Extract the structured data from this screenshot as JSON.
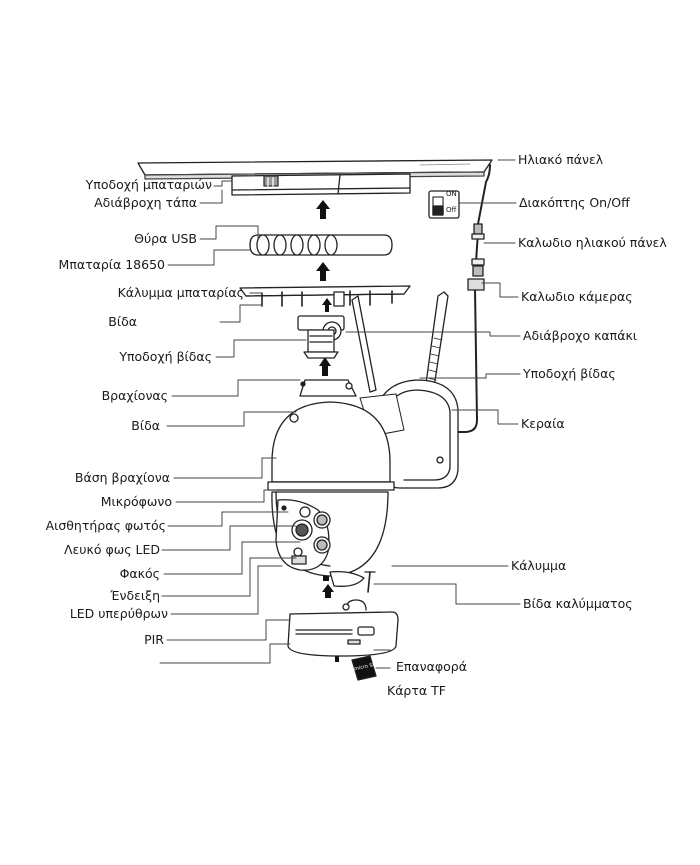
{
  "labels_left": [
    "Υποδοχή μπαταριών",
    "Αδιάβροχη τάπα",
    "Θύρα USB",
    "Μπαταρία 18650",
    "Κάλυμμα μπαταρίας",
    "Βίδα",
    "Υποδοχή βίδας",
    "Βραχίονας",
    "Βίδα",
    "Βάση βραχίονα",
    "Μικρόφωνο",
    "Αισθητήρας φωτός",
    "Λευκό φως LED",
    "Φακός",
    "Ένδειξη",
    "LED υπερύθρων",
    "PIR"
  ],
  "labels_right": [
    "Ηλιακό πάνελ",
    "Διακόπτης On/Off",
    "Καλωδιο ηλιακού πάνελ",
    "Καλωδιο κάμερας",
    "Αδιάβροχο καπάκι",
    "Υποδοχή βίδας",
    "Κεραία",
    "Κάλυμμα",
    "Βίδα καλύμματος"
  ],
  "labels_bottom": [
    "Επαναφορά",
    "Κάρτα TF"
  ],
  "switch_labels": [
    "ON",
    "Off"
  ],
  "sd_card_text": "micro SD"
}
